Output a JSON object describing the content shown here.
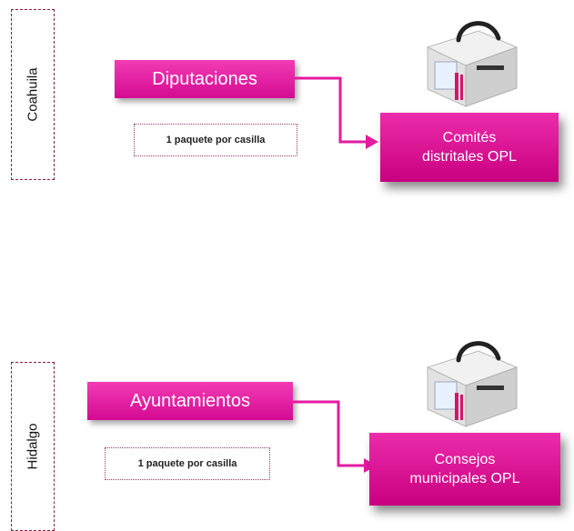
{
  "panels": [
    {
      "state": "Coahuila",
      "election_type": "Diputaciones",
      "package_note": "1 paquete por casilla",
      "destination_line1": "Comités",
      "destination_line2": "distritales OPL"
    },
    {
      "state": "Hidalgo",
      "election_type": "Ayuntamientos",
      "package_note": "1 paquete por casilla",
      "destination_line1": "Consejos",
      "destination_line2": "municipales OPL"
    }
  ],
  "colors": {
    "magenta": "#e31ba0",
    "tab_border": "#8a1d3d"
  },
  "icons": [
    "ballot-box-icon",
    "arrow-icon"
  ]
}
